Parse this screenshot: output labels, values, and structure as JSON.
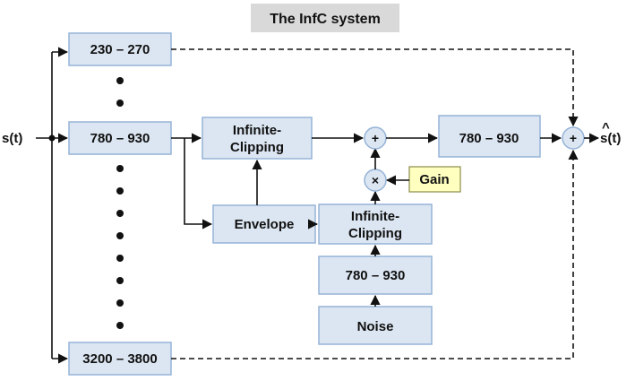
{
  "title": "The InfC system",
  "input_label": "s(t)",
  "output_label": "s(t)",
  "output_hat": "^",
  "bands": {
    "top": "230 – 270",
    "middle": "780 – 930",
    "bottom": "3200 – 3800"
  },
  "blocks": {
    "clip1_line1": "Infinite-",
    "clip1_line2": "Clipping",
    "envelope": "Envelope",
    "clip2_line1": "Infinite-",
    "clip2_line2": "Clipping",
    "noise_filter": "780 – 930",
    "noise": "Noise",
    "output_filter": "780 – 930",
    "gain": "Gain"
  },
  "symbols": {
    "adder": "+",
    "multiplier": "×",
    "output_adder": "+"
  }
}
